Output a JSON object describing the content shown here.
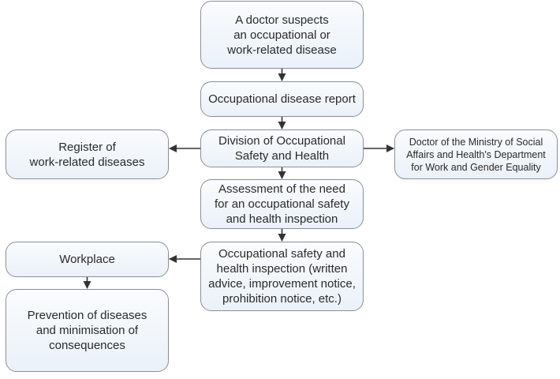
{
  "diagram": {
    "nodes": [
      {
        "id": "doctor_suspects",
        "label": "A doctor suspects\nan occupational or\nwork-related disease"
      },
      {
        "id": "disease_report",
        "label": "Occupational disease report"
      },
      {
        "id": "division",
        "label": "Division of Occupational\nSafety and Health"
      },
      {
        "id": "register",
        "label": "Register of\nwork-related diseases"
      },
      {
        "id": "ministry_doctor",
        "label": "Doctor of the Ministry of Social\nAffairs and Health's Department\nfor Work and Gender Equality"
      },
      {
        "id": "assessment",
        "label": "Assessment of the need\nfor an occupational safety\nand health inspection"
      },
      {
        "id": "inspection",
        "label": "Occupational safety and\nhealth inspection (written\nadvice, improvement notice,\nprohibition notice, etc.)"
      },
      {
        "id": "workplace",
        "label": "Workplace"
      },
      {
        "id": "prevention",
        "label": "Prevention of diseases\nand minimisation of\nconsequences"
      }
    ],
    "edges": [
      {
        "from": "doctor_suspects",
        "to": "disease_report"
      },
      {
        "from": "disease_report",
        "to": "division"
      },
      {
        "from": "division",
        "to": "register"
      },
      {
        "from": "division",
        "to": "ministry_doctor"
      },
      {
        "from": "division",
        "to": "assessment"
      },
      {
        "from": "assessment",
        "to": "inspection"
      },
      {
        "from": "inspection",
        "to": "workplace"
      },
      {
        "from": "workplace",
        "to": "prevention"
      }
    ],
    "colors": {
      "box_fill_top": "#fafcfe",
      "box_fill_bottom": "#eaf1f8",
      "box_border": "#8a8f96",
      "arrow": "#333333",
      "text": "#2a2a2a"
    }
  }
}
